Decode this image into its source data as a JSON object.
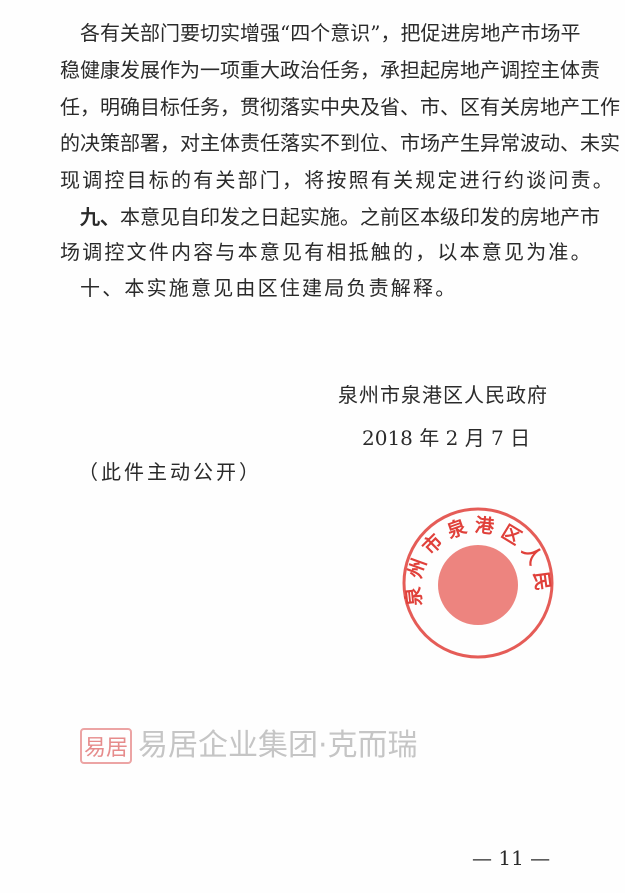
{
  "body": {
    "lines": [
      "各有关部门要切实增强“四个意识”，把促进房地产市场平",
      "稳健康发展作为一项重大政治任务，承担起房地产调控主体责",
      "任，明确目标任务，贯彻落实中央及省、市、区有关房地产工作",
      "的决策部署，对主体责任落实不到位、市场产生异常波动、未实",
      "现调控目标的有关部门，将按照有关规定进行约谈问责。",
      "本意见自印发之日起实施。之前区本级印发的房地产市",
      "场调控文件内容与本意见有相抵触的，以本意见为准。",
      "本实施意见由区住建局负责解释。"
    ],
    "item_nine_label": "九、",
    "item_ten_label": "十、"
  },
  "signature": {
    "issuer": "泉州市泉港区人民政府",
    "date": "2018 年 2 月 7 日"
  },
  "stamp": {
    "text": "泉州市泉港区人民政府",
    "color": "#e0403a"
  },
  "disclosure": "（此件主动公开）",
  "watermark": {
    "logo": "易居",
    "text": "易居企业集团·克而瑞"
  },
  "page_number": "— 11 —"
}
